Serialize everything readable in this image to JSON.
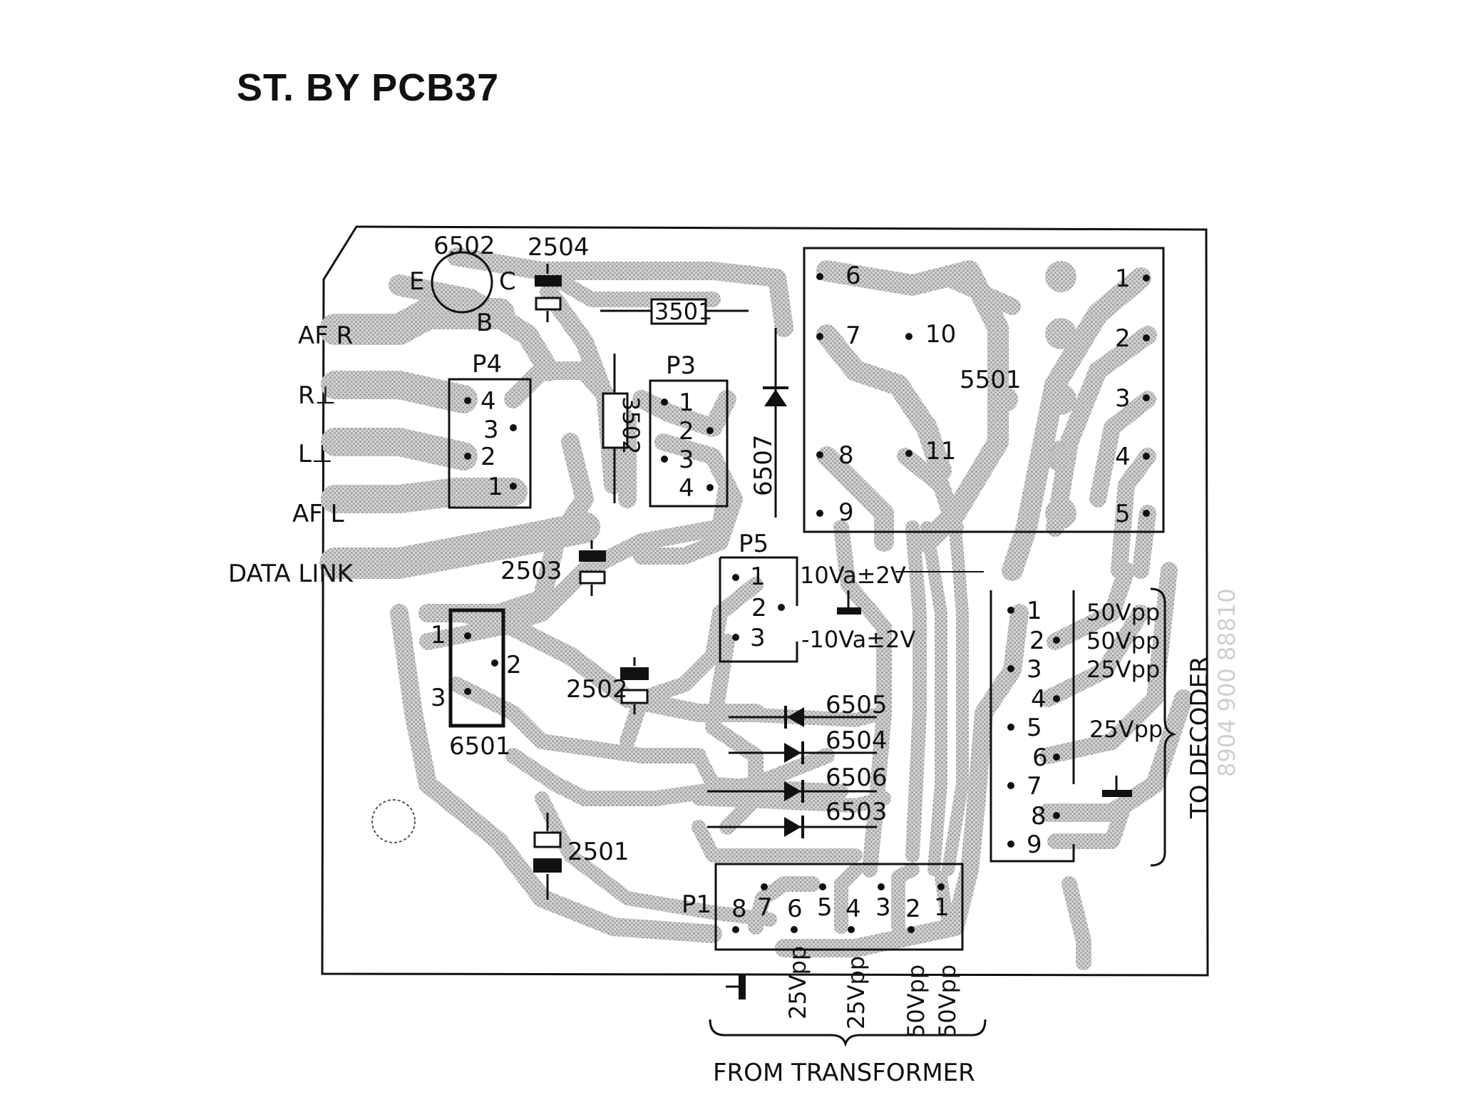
{
  "title": "ST. BY PCB37",
  "left_connectors": [
    "AF R",
    "R⊥",
    "L⊥",
    "AF L",
    "DATA LINK"
  ],
  "components": {
    "transistor": {
      "ref": "6502",
      "e": "E",
      "c": "C",
      "b": "B"
    },
    "cap_2504": "2504",
    "res_3501": "3501",
    "res_3502": "3502",
    "diode_6507": "6507",
    "cap_2503": "2503",
    "cap_2502": "2502",
    "cap_2501": "2501",
    "reg_6501": "6501",
    "transformer": "5501",
    "diodes": [
      "6505",
      "6504",
      "6506",
      "6503"
    ]
  },
  "p4": {
    "ref": "P4",
    "pins": [
      "4",
      "3",
      "2",
      "1"
    ]
  },
  "p3": {
    "ref": "P3",
    "pins": [
      "1",
      "2",
      "3",
      "4"
    ]
  },
  "p5": {
    "ref": "P5",
    "pins": [
      "1",
      "2",
      "3"
    ],
    "v1": "10Va±2V",
    "v3": "-10Va±2V"
  },
  "reg_pins": [
    "1",
    "2",
    "3"
  ],
  "trans_pins": [
    "6",
    "7",
    "10",
    "8",
    "11",
    "9",
    "1",
    "2",
    "3",
    "4",
    "5"
  ],
  "decoder_pins": [
    "1",
    "2",
    "3",
    "4",
    "5",
    "6",
    "7",
    "8",
    "9"
  ],
  "decoder_volts": [
    "50Vpp",
    "50Vpp",
    "25Vpp",
    "25Vpp"
  ],
  "decoder_label": "TO DECODER",
  "p1": {
    "ref": "P1",
    "pins": [
      "8",
      "7",
      "6",
      "5",
      "4",
      "3",
      "2",
      "1"
    ]
  },
  "p1_volts": [
    "25Vpp",
    "25Vpp",
    "50Vpp",
    "50Vpp"
  ],
  "from_label": "FROM TRANSFORMER",
  "margin_text": "8904 900 88810"
}
